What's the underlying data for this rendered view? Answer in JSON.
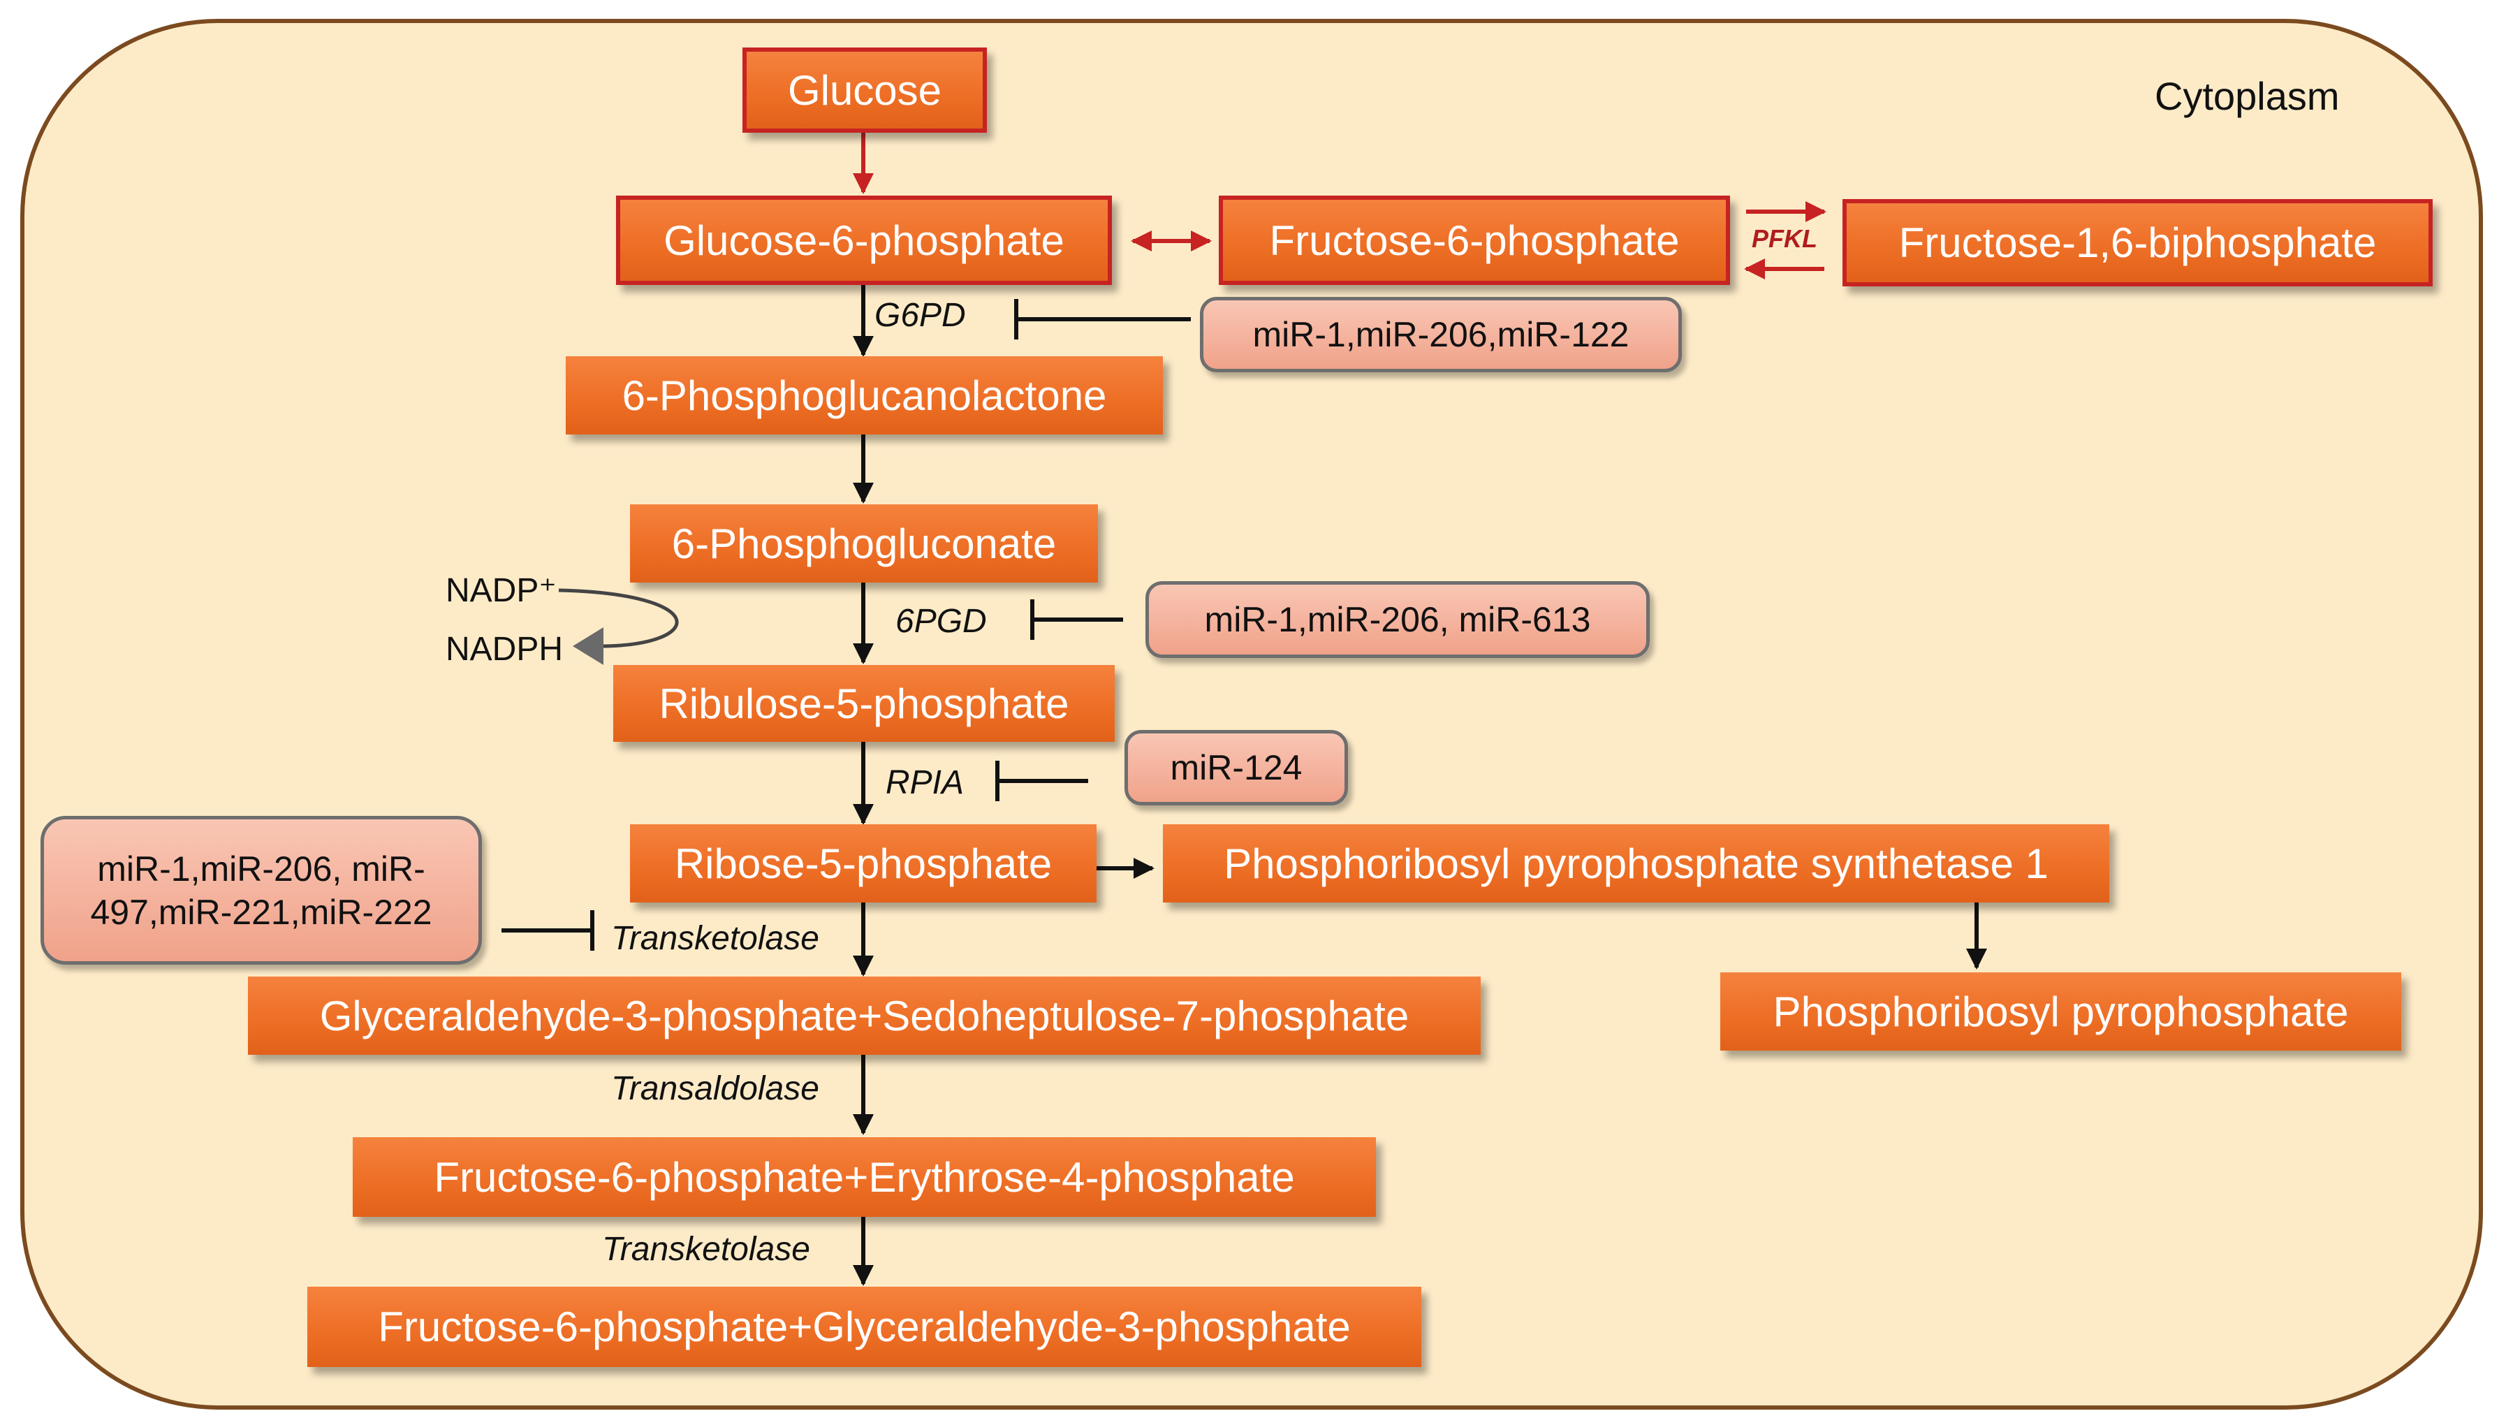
{
  "diagram": {
    "region_label": "Cytoplasm",
    "nodes": {
      "glucose": "Glucose",
      "g6p": "Glucose-6-phosphate",
      "f6p": "Fructose-6-phosphate",
      "f16bp": "Fructose-1,6-biphosphate",
      "pgl": "6-Phosphoglucanolactone",
      "pg": "6-Phosphogluconate",
      "ru5p": "Ribulose-5-phosphate",
      "r5p": "Ribose-5-phosphate",
      "prps1": "Phosphoribosyl pyrophosphate synthetase 1",
      "prpp": "Phosphoribosyl pyrophosphate",
      "g3p_s7p": "Glyceraldehyde-3-phosphate+Sedoheptulose-7-phosphate",
      "f6p_e4p": "Fructose-6-phosphate+Erythrose-4-phosphate",
      "f6p_g3p": "Fructose-6-phosphate+Glyceraldehyde-3-phosphate"
    },
    "enzymes": {
      "pfkl": "PFKL",
      "g6pd": "G6PD",
      "pgd": "6PGD",
      "rpia": "RPIA",
      "transketolase_1": "Transketolase",
      "transaldolase": "Transaldolase",
      "transketolase_2": "Transketolase"
    },
    "mirnas": {
      "g6pd": "miR-1,miR-206,miR-122",
      "pgd": "miR-1,miR-206, miR-613",
      "rpia": "miR-124",
      "transketolase": "miR-1,miR-206, miR-497,miR-221,miR-222"
    },
    "cofactors": {
      "nadp": "NADP⁺",
      "nadph": "NADPH"
    },
    "colors": {
      "background": "#fdebc8",
      "border": "#7b4a1e",
      "node_fill": "#ee6f26",
      "node_red_border": "#c62322",
      "mirna_fill": "#f4b09a",
      "mirna_border": "#6e6e6e",
      "red_arrow": "#c62322",
      "black_arrow": "#111111"
    }
  }
}
